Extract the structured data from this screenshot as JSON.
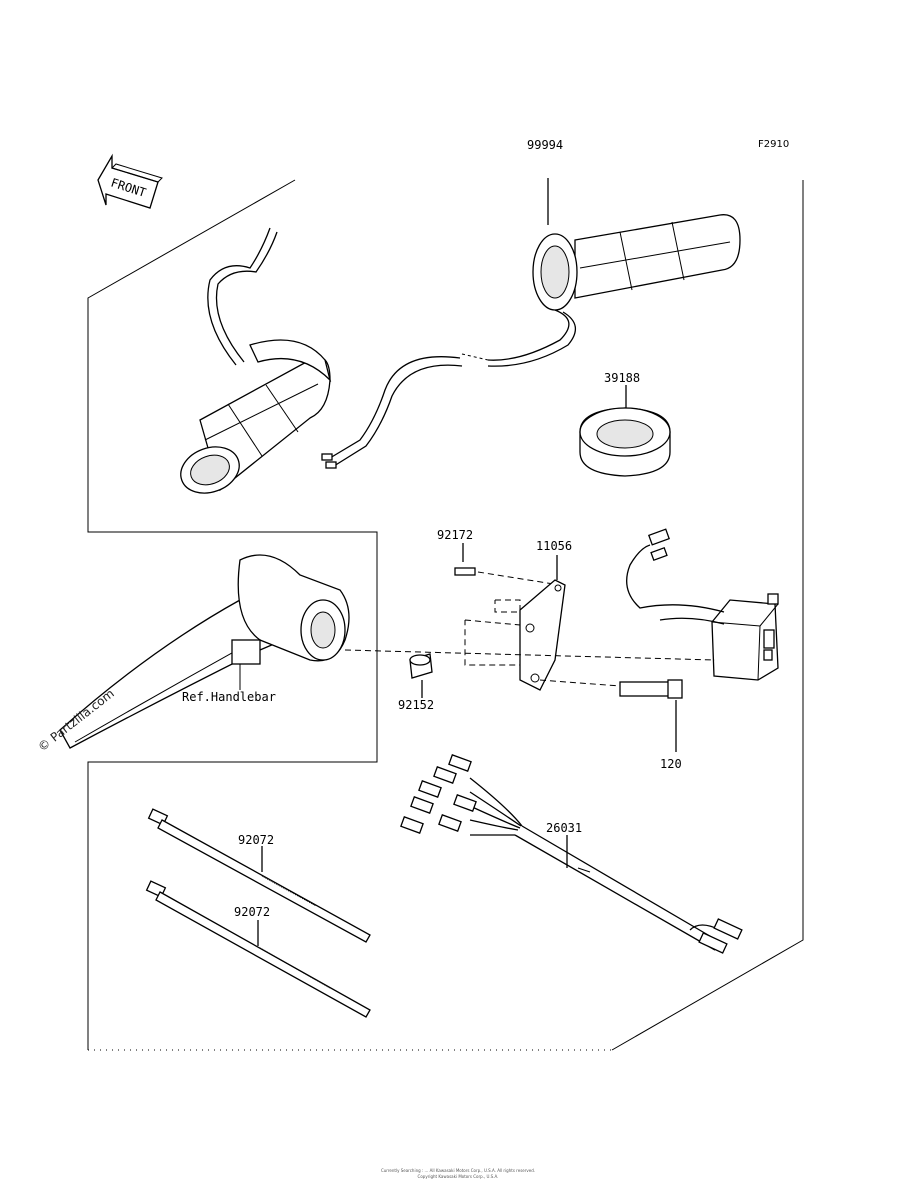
{
  "figure_code": "F2910",
  "watermark": "© Partzilla.com",
  "front_label": "FRONT",
  "callouts": {
    "c99994": "99994",
    "c39188": "39188",
    "c92172": "92172",
    "c11056": "11056",
    "c92152": "92152",
    "c120": "120",
    "c26031": "26031",
    "c92072a": "92072",
    "c92072b": "92072",
    "ref_handlebar": "Ref.Handlebar"
  },
  "footer_line1": "Currently Searching : ... All Kawasaki Motors Corp., U.S.A. All rights reserved.",
  "footer_line2": "Copyright Kawasaki Motors Corp., U.S.A."
}
